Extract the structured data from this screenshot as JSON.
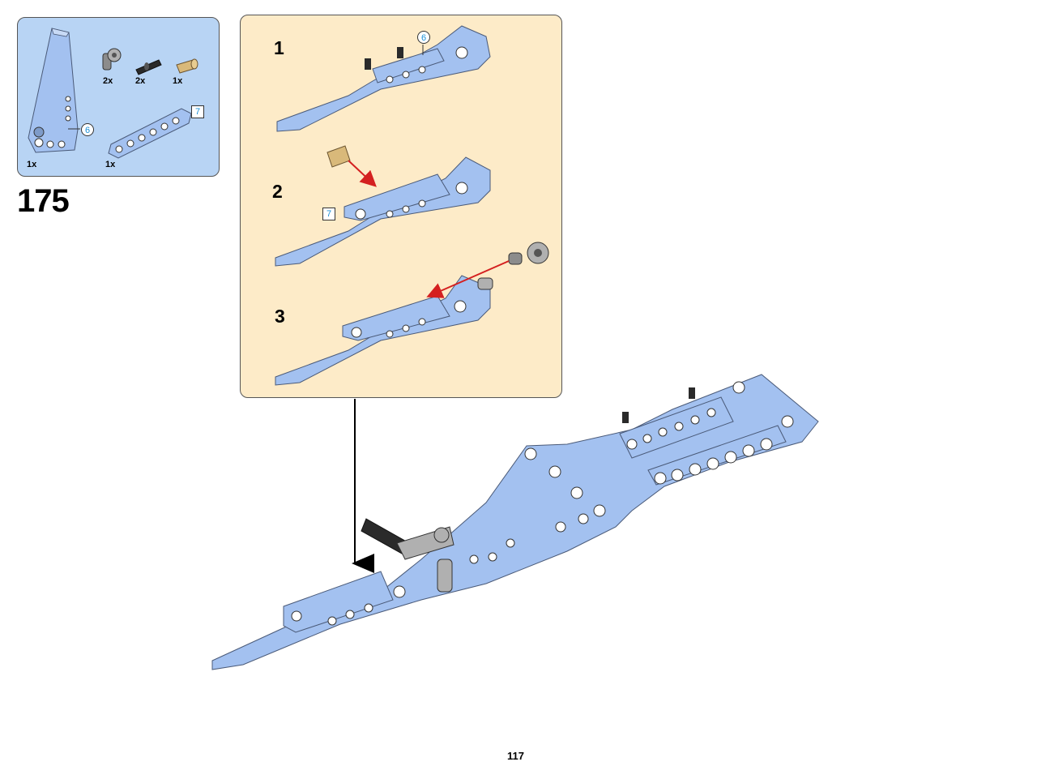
{
  "step": {
    "number": "175"
  },
  "parts_list": {
    "items": [
      {
        "qty": "2x",
        "name": "grey-axle-pin-connector"
      },
      {
        "qty": "2x",
        "name": "black-friction-pin"
      },
      {
        "qty": "1x",
        "name": "tan-axle-pin"
      },
      {
        "qty": "1x",
        "name": "blue-panel",
        "callout": "6"
      },
      {
        "qty": "1x",
        "name": "blue-liftarm",
        "length_callout": "7"
      }
    ]
  },
  "substeps": [
    {
      "label": "1",
      "callout": "6"
    },
    {
      "label": "2",
      "callout": "7"
    },
    {
      "label": "3"
    }
  ],
  "page": {
    "number": "117"
  },
  "colors": {
    "part_blue": "#a3c1f0",
    "parts_box": "#b8d4f4",
    "substep_box": "#fdebc8",
    "arrow_red": "#d42020"
  }
}
